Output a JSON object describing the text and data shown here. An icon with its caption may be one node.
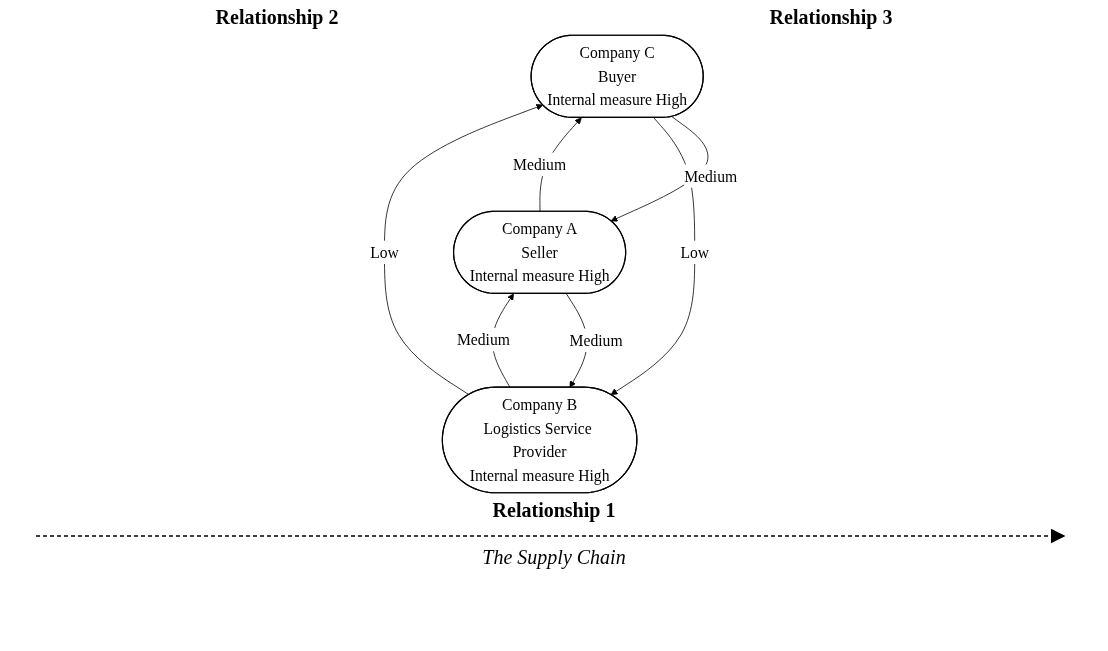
{
  "diagram": {
    "nodes": [
      {
        "text": [
          "Company B",
          "Logistics Service Provider",
          "Internal measure High"
        ]
      },
      {
        "text": [
          "Company A",
          "Seller",
          "Internal measure High"
        ]
      },
      {
        "text": [
          "Company C",
          "Buyer",
          "Internal measure High"
        ]
      }
    ],
    "edges": [
      {
        "from": 1,
        "to": 0,
        "arrow": "to",
        "label": "Medium"
      },
      {
        "from": 0,
        "to": 1,
        "arrow": "to",
        "label": "Medium"
      },
      {
        "from": 2,
        "to": 0,
        "arrow": "to",
        "label": "Low"
      },
      {
        "from": 0,
        "to": 2,
        "arrow": "to",
        "label": "Low"
      },
      {
        "from": 1,
        "to": 2,
        "arrow": "to",
        "label": "Medium"
      },
      {
        "from": 2,
        "to": 1,
        "arrow": "to",
        "label": "Medium"
      }
    ],
    "labels": [
      "Relationship 2",
      "Relationship 3",
      "Relationship 1",
      "The Supply Chain"
    ]
  }
}
